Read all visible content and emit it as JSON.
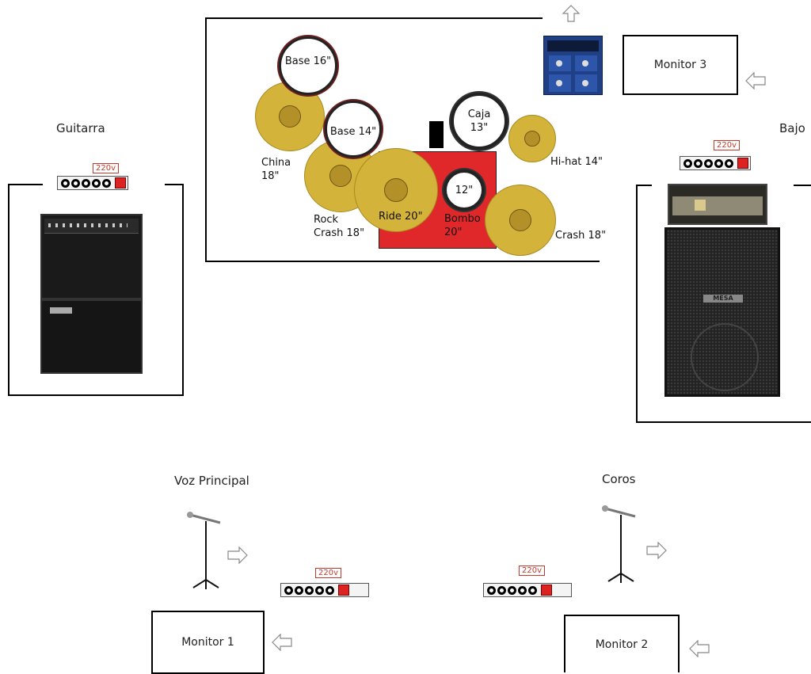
{
  "monitors": {
    "m1": "Monitor 1",
    "m2": "Monitor 2",
    "m3": "Monitor 3"
  },
  "instruments": {
    "guitar": "Guitarra",
    "bass": "Bajo",
    "lead_vocal": "Voz Principal",
    "backing_vocals": "Coros"
  },
  "power": {
    "voltage": "220v"
  },
  "drums": {
    "base16": "Base 16\"",
    "base14": "Base 14\"",
    "caja_line1": "Caja",
    "caja_line2": "13\"",
    "tom12": "12\"",
    "china_line1": "China",
    "china_line2": "18\"",
    "rock_line1": "Rock",
    "rock_line2": "Crash 18\"",
    "ride": "Ride 20\"",
    "bombo_line1": "Bombo",
    "bombo_line2": "20\"",
    "hihat": "Hi-hat 14\"",
    "crash": "Crash 18\""
  },
  "amp_brand": "MESA",
  "colors": {
    "cymbal": "#d4b33a",
    "kick_drum": "#e0282b",
    "voltage_label": "#c0392b",
    "switch": "#dd2222"
  }
}
